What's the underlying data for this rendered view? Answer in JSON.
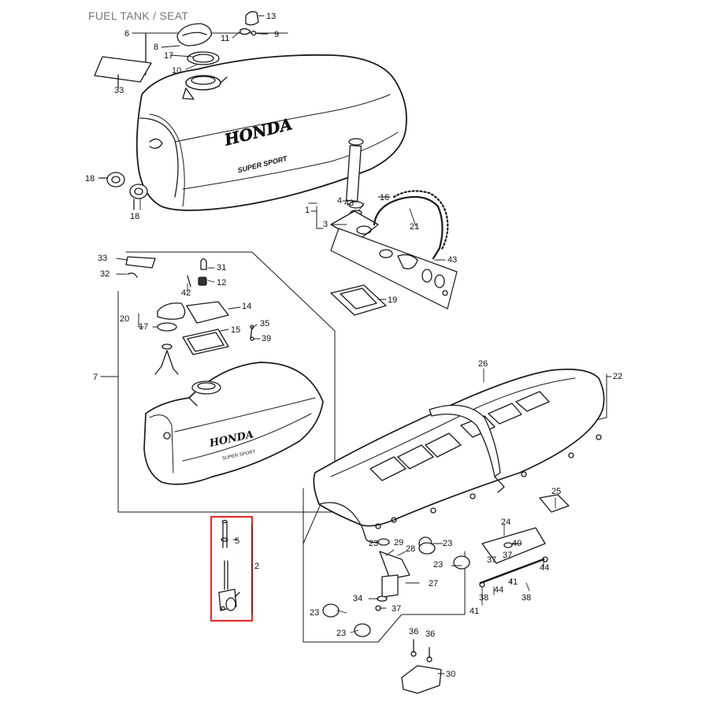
{
  "header": {
    "title": "FUEL TANK / SEAT"
  },
  "tank_logo": {
    "brand": "HONDA",
    "model": "SUPER SPORT"
  },
  "highlight": {
    "color": "#e0312e",
    "part": "2"
  },
  "part_labels": [
    "1",
    "2",
    "3",
    "4",
    "5",
    "6",
    "7",
    "8",
    "9",
    "10",
    "11",
    "12",
    "13",
    "14",
    "15",
    "16",
    "17",
    "17",
    "18",
    "18",
    "19",
    "20",
    "21",
    "22",
    "23",
    "23",
    "23",
    "23",
    "23",
    "24",
    "25",
    "26",
    "27",
    "28",
    "29",
    "30",
    "31",
    "32",
    "33",
    "33",
    "34",
    "35",
    "36",
    "36",
    "37",
    "37",
    "37",
    "38",
    "38",
    "39",
    "40",
    "41",
    "41",
    "42",
    "43",
    "43",
    "44",
    "44"
  ]
}
